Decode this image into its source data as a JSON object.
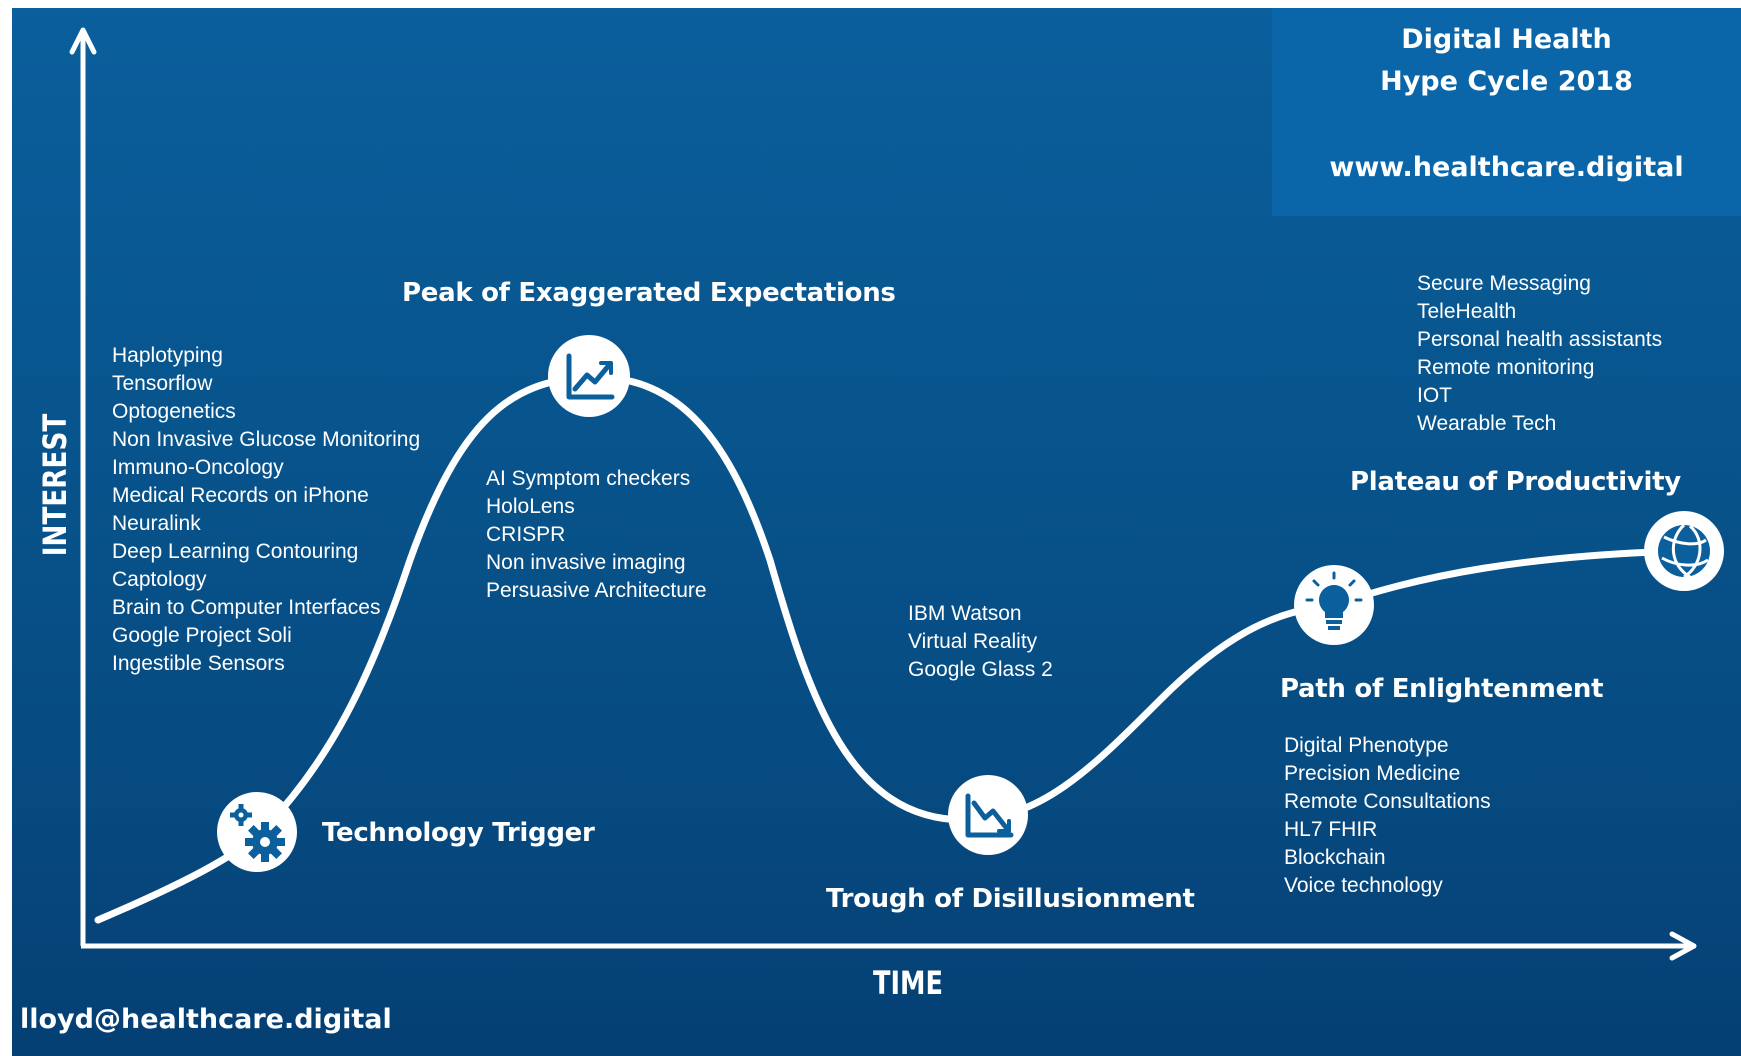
{
  "header": {
    "title_line1": "Digital Health",
    "title_line2": "Hype Cycle 2018",
    "website": "www.healthcare.digital"
  },
  "axes": {
    "y_label": "INTEREST",
    "x_label": "TIME"
  },
  "phases": {
    "technology_trigger": {
      "label": "Technology Trigger",
      "icon": "gears-icon",
      "items": [
        "Haplotyping",
        "Tensorflow",
        "Optogenetics",
        "Non Invasive Glucose Monitoring",
        "Immuno-Oncology",
        "Medical Records on iPhone",
        "Neuralink",
        "Deep Learning Contouring",
        "Captology",
        "Brain to Computer Interfaces",
        "Google Project Soli",
        "Ingestible Sensors"
      ]
    },
    "peak": {
      "label": "Peak of Exaggerated Expectations",
      "icon": "trend-up-icon",
      "items": [
        "AI Symptom checkers",
        "HoloLens",
        "CRISPR",
        "Non invasive imaging",
        "Persuasive Architecture"
      ]
    },
    "trough": {
      "label": "Trough of Disillusionment",
      "icon": "trend-down-icon",
      "items": [
        "IBM Watson",
        "Virtual Reality",
        "Google Glass 2"
      ]
    },
    "path": {
      "label": "Path of Enlightenment",
      "icon": "lightbulb-icon",
      "items": [
        "Digital Phenotype",
        "Precision Medicine",
        "Remote Consultations",
        "HL7 FHIR",
        "Blockchain",
        "Voice technology"
      ]
    },
    "plateau": {
      "label": "Plateau of Productivity",
      "icon": "globe-icon",
      "items": [
        "Secure Messaging",
        "TeleHealth",
        "Personal health assistants",
        "Remote monitoring",
        "IOT",
        "Wearable Tech"
      ]
    }
  },
  "footer": {
    "email": "lloyd@healthcare.digital"
  },
  "colors": {
    "background": "#08548d",
    "title_box": "#0a66a8",
    "foreground": "#ffffff",
    "icon": "#0a5f9c"
  }
}
